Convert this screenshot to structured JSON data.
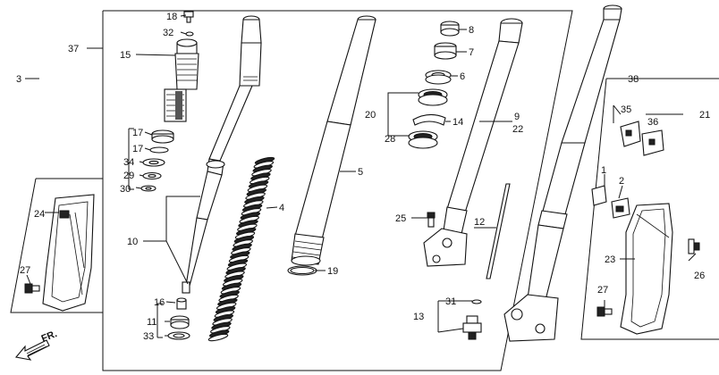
{
  "callouts": {
    "c1": "1",
    "c2": "2",
    "c3": "3",
    "c4": "4",
    "c5": "5",
    "c6": "6",
    "c7": "7",
    "c8": "8",
    "c9": "9",
    "c10": "10",
    "c11": "11",
    "c12": "12",
    "c13": "13",
    "c14": "14",
    "c15": "15",
    "c16": "16",
    "c17a": "17",
    "c17b": "17",
    "c18": "18",
    "c19": "19",
    "c20": "20",
    "c21": "21",
    "c22": "22",
    "c23": "23",
    "c24": "24",
    "c25": "25",
    "c26": "26",
    "c27a": "27",
    "c27b": "27",
    "c28": "28",
    "c29": "29",
    "c30": "30",
    "c31": "31",
    "c32": "32",
    "c33": "33",
    "c34": "34",
    "c35": "35",
    "c36": "36",
    "c37": "37",
    "c38": "38"
  },
  "direction_label": "FR."
}
